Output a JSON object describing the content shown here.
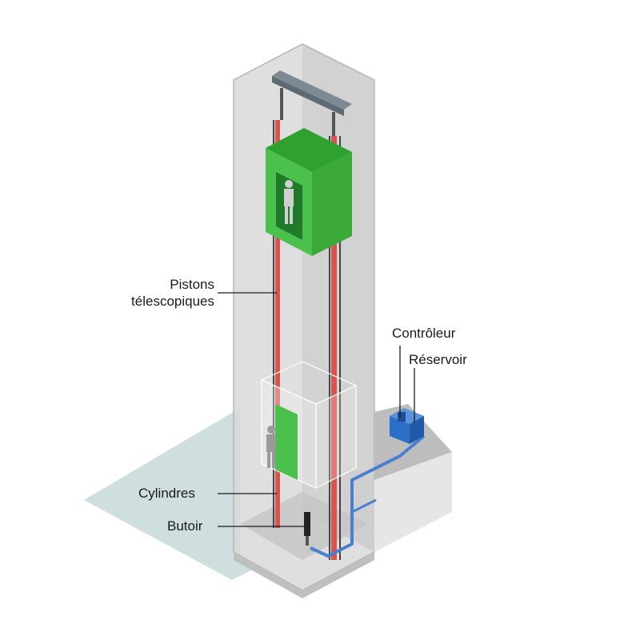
{
  "labels": {
    "pistons": "Pistons\ntélescopiques",
    "cylindres": "Cylindres",
    "butoir": "Butoir",
    "controleur": "Contrôleur",
    "reservoir": "Réservoir"
  },
  "colors": {
    "shaft": "#d3d3d3",
    "shaft_right": "#bdbdbd",
    "cab_green": "#4cc04c",
    "cab_dark": "#2f9a2f",
    "piston_red": "#d9534f",
    "pipe_blue": "#4a7fd0",
    "tank_blue": "#2b6fc9",
    "floor_shadow": "#cfdede"
  }
}
